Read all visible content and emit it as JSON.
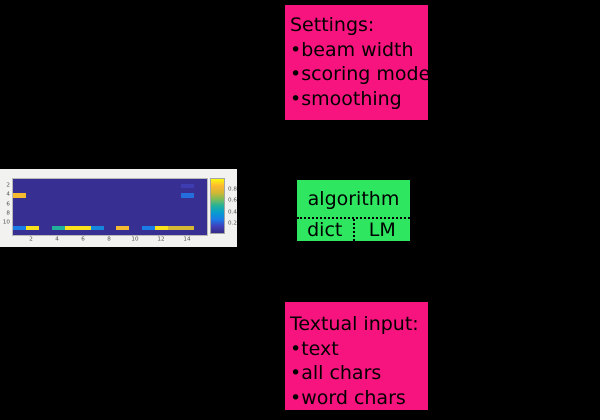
{
  "colors": {
    "pink": "#f8147e",
    "green": "#2ee65f",
    "heatmap_base": "#352a87"
  },
  "settings_box": {
    "title": "Settings:",
    "bullet": "•",
    "items": [
      "beam width",
      "scoring mode",
      "smoothing"
    ]
  },
  "algorithm_box": {
    "title": "algorithm",
    "left_option": "dict",
    "right_option": "LM"
  },
  "input_box": {
    "title": "Textual input:",
    "bullet": "•",
    "items": [
      "text",
      "all chars",
      "word chars"
    ]
  },
  "chart_data": {
    "type": "heatmap",
    "n_rows": 12,
    "n_cols": 15,
    "x_ticks": [
      "2",
      "4",
      "6",
      "8",
      "10",
      "12",
      "14"
    ],
    "y_ticks": [
      "2",
      "4",
      "6",
      "8",
      "10"
    ],
    "colorbar_ticks": [
      "0.8",
      "0.6",
      "0.4",
      "0.2"
    ],
    "value_range": [
      0,
      1
    ],
    "colormap": "parula",
    "matrix": [
      [
        0.03,
        0.03,
        0.03,
        0.03,
        0.03,
        0.03,
        0.03,
        0.03,
        0.03,
        0.03,
        0.03,
        0.03,
        0.03,
        0.03,
        0.03
      ],
      [
        0.03,
        0.03,
        0.03,
        0.03,
        0.03,
        0.03,
        0.03,
        0.03,
        0.03,
        0.03,
        0.03,
        0.03,
        0.03,
        0.1,
        0.03
      ],
      [
        0.03,
        0.03,
        0.03,
        0.03,
        0.03,
        0.03,
        0.03,
        0.03,
        0.03,
        0.03,
        0.03,
        0.03,
        0.03,
        0.03,
        0.03
      ],
      [
        0.85,
        0.03,
        0.03,
        0.03,
        0.03,
        0.03,
        0.03,
        0.03,
        0.03,
        0.03,
        0.03,
        0.03,
        0.03,
        0.22,
        0.03
      ],
      [
        0.03,
        0.03,
        0.03,
        0.03,
        0.03,
        0.03,
        0.03,
        0.03,
        0.03,
        0.03,
        0.03,
        0.03,
        0.03,
        0.03,
        0.03
      ],
      [
        0.03,
        0.03,
        0.03,
        0.03,
        0.03,
        0.03,
        0.03,
        0.03,
        0.03,
        0.03,
        0.03,
        0.03,
        0.03,
        0.03,
        0.03
      ],
      [
        0.03,
        0.03,
        0.03,
        0.03,
        0.03,
        0.03,
        0.03,
        0.03,
        0.03,
        0.03,
        0.03,
        0.03,
        0.03,
        0.03,
        0.03
      ],
      [
        0.03,
        0.03,
        0.03,
        0.03,
        0.03,
        0.03,
        0.03,
        0.03,
        0.03,
        0.03,
        0.03,
        0.03,
        0.03,
        0.03,
        0.03
      ],
      [
        0.03,
        0.03,
        0.03,
        0.03,
        0.03,
        0.03,
        0.03,
        0.03,
        0.03,
        0.03,
        0.03,
        0.03,
        0.03,
        0.03,
        0.03
      ],
      [
        0.03,
        0.03,
        0.03,
        0.03,
        0.03,
        0.03,
        0.03,
        0.03,
        0.03,
        0.03,
        0.03,
        0.03,
        0.03,
        0.03,
        0.03
      ],
      [
        0.25,
        0.95,
        0.03,
        0.5,
        0.95,
        0.95,
        0.3,
        0.03,
        0.85,
        0.03,
        0.25,
        0.95,
        0.75,
        0.75,
        0.03
      ],
      [
        0.03,
        0.03,
        0.03,
        0.03,
        0.03,
        0.03,
        0.03,
        0.03,
        0.03,
        0.03,
        0.03,
        0.03,
        0.03,
        0.03,
        0.03
      ]
    ]
  }
}
